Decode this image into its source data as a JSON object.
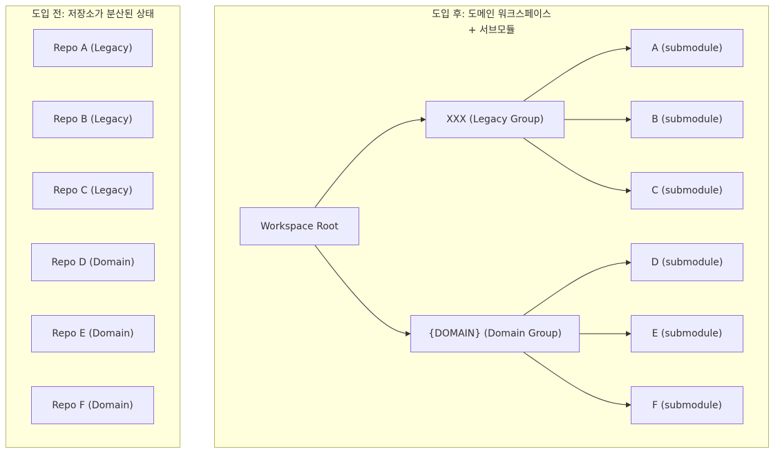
{
  "clusters": {
    "before": {
      "title": "도입 전: 저장소가 분산된 상태"
    },
    "after": {
      "title_line1": "도입 후: 도메인 워크스페이스",
      "title_line2": "+ 서브모듈"
    }
  },
  "nodes": {
    "repo_a": "Repo A (Legacy)",
    "repo_b": "Repo B (Legacy)",
    "repo_c": "Repo C (Legacy)",
    "repo_d": "Repo D (Domain)",
    "repo_e": "Repo E (Domain)",
    "repo_f": "Repo F (Domain)",
    "workspace_root": "Workspace Root",
    "legacy_group": "XXX (Legacy Group)",
    "domain_group": "{DOMAIN} (Domain Group)",
    "sub_a": "A (submodule)",
    "sub_b": "B (submodule)",
    "sub_c": "C (submodule)",
    "sub_d": "D (submodule)",
    "sub_e": "E (submodule)",
    "sub_f": "F (submodule)"
  },
  "edges": [
    {
      "from": "workspace_root",
      "to": "legacy_group"
    },
    {
      "from": "workspace_root",
      "to": "domain_group"
    },
    {
      "from": "legacy_group",
      "to": "sub_a"
    },
    {
      "from": "legacy_group",
      "to": "sub_b"
    },
    {
      "from": "legacy_group",
      "to": "sub_c"
    },
    {
      "from": "domain_group",
      "to": "sub_d"
    },
    {
      "from": "domain_group",
      "to": "sub_e"
    },
    {
      "from": "domain_group",
      "to": "sub_f"
    }
  ]
}
